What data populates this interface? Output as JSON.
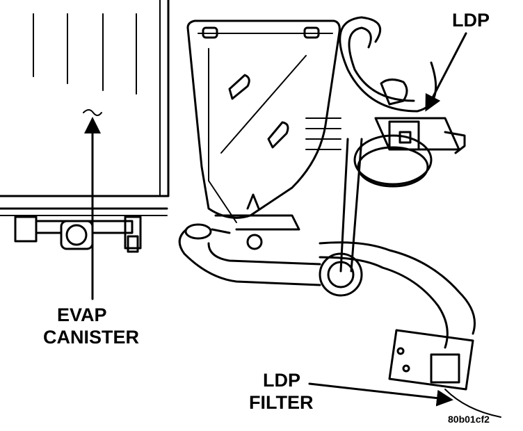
{
  "labels": {
    "ldp": "LDP",
    "evap_line1": "EVAP",
    "evap_line2": "CANISTER",
    "filter_line1": "LDP",
    "filter_line2": "FILTER"
  },
  "figure_code": "80b01cf2"
}
